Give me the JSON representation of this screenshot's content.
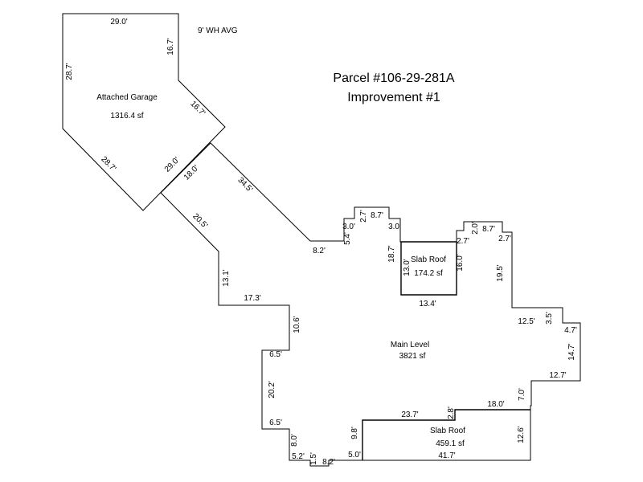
{
  "header": {
    "parcel": "Parcel #106-29-281A",
    "improvement": "Improvement #1",
    "wall_height": "9' WH AVG"
  },
  "areas": {
    "garage_name": "Attached Garage",
    "garage_sf": "1316.4 sf",
    "main_name": "Main Level",
    "main_sf": "3821 sf",
    "slab1_name": "Slab Roof",
    "slab1_sf": "174.2 sf",
    "slab2_name": "Slab Roof",
    "slab2_sf": "459.1 sf"
  },
  "dims": {
    "g_top": "29.0'",
    "g_left": "28.7'",
    "g_right_top": "16.7'",
    "g_right_diag": "16.7'",
    "g_bottom_diag": "28.7'",
    "g_inner": "29.0'",
    "m_18": "18.0'",
    "m_345": "34.5'",
    "m_205": "20.5'",
    "m_82a": "8.2'",
    "m_54": "5.4'",
    "m_30a": "3.0'",
    "m_27a": "2.7'",
    "m_87a": "8.7'",
    "m_30b": "3.0'",
    "m_187": "18.7'",
    "m_27b": "2.7'",
    "m_20": "2.0'",
    "m_87b": "8.7'",
    "m_27c": "2.7'",
    "m_160": "16.0'",
    "m_130": "13.0'",
    "m_134": "13.4'",
    "m_195": "19.5'",
    "m_125": "12.5'",
    "m_35": "3.5'",
    "m_47": "4.7'",
    "m_147": "14.7'",
    "m_127": "12.7'",
    "m_70": "7.0'",
    "m_180": "18.0'",
    "m_28": "2.8'",
    "m_237": "23.7'",
    "m_126": "12.6'",
    "m_417": "41.7'",
    "m_98": "9.8'",
    "m_50": "5.0'",
    "m_82b": "8.2'",
    "m_15": "1.5'",
    "m_52": "5.2'",
    "m_80": "8.0'",
    "m_65a": "6.5'",
    "m_202": "20.2'",
    "m_65b": "6.5'",
    "m_106": "10.6'",
    "m_173": "17.3'",
    "m_131": "13.1'"
  }
}
